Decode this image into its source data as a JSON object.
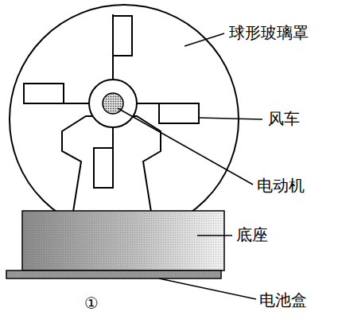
{
  "diagram": {
    "labels": [
      "球形玻璃罩",
      "风车",
      "电动机",
      "底座",
      "电池盒",
      "①"
    ]
  }
}
